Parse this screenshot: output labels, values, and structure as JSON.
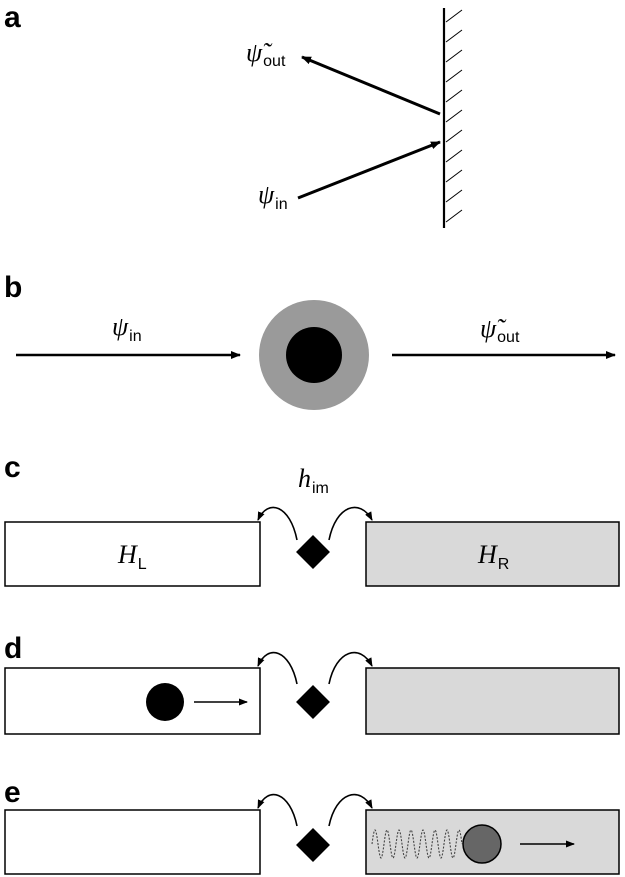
{
  "colors": {
    "ink": "#000000",
    "shell_gray": "#9a9a9a",
    "right_region_fill": "#d9d9d9",
    "particle_dark": "#666666",
    "wall_hatch": "#000000"
  },
  "panels": {
    "a": {
      "label": "a",
      "out_symbol": "ψ̃",
      "out_sub": "out",
      "in_symbol": "ψ",
      "in_sub": "in"
    },
    "b": {
      "label": "b",
      "in_symbol": "ψ",
      "in_sub": "in",
      "out_symbol": "ψ̃",
      "out_sub": "out"
    },
    "c": {
      "label": "c",
      "coupling_symbol": "h",
      "coupling_sub": "im",
      "left_symbol": "H",
      "left_sub": "L",
      "right_symbol": "H",
      "right_sub": "R"
    },
    "d": {
      "label": "d"
    },
    "e": {
      "label": "e"
    }
  }
}
